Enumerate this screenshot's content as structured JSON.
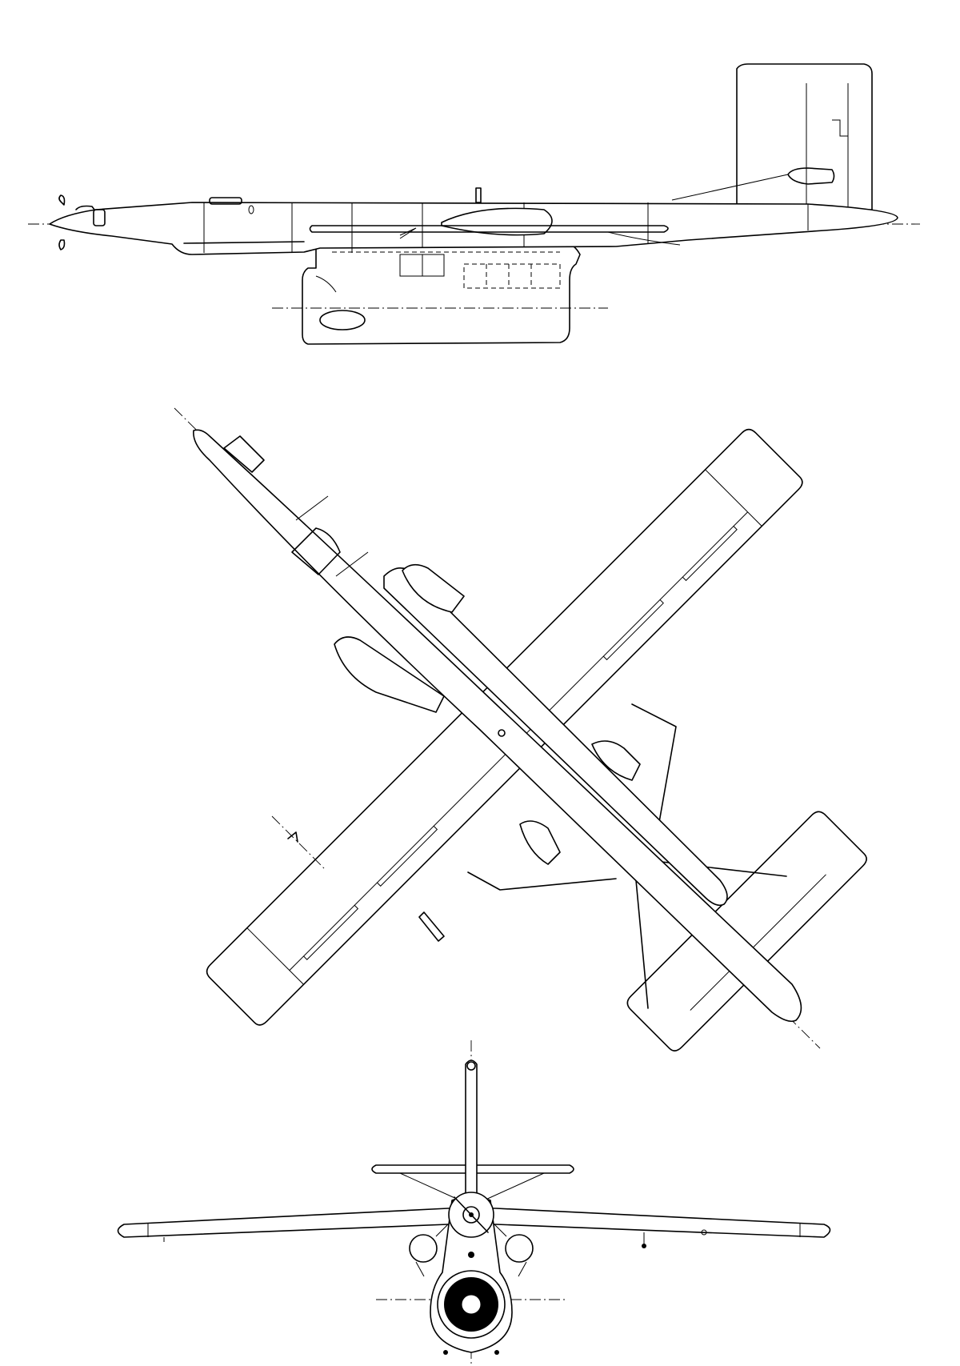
{
  "drawing": {
    "views": [
      "side-view",
      "plan-view",
      "front-view"
    ],
    "colors": {
      "line": "#000000",
      "background": "#ffffff"
    }
  }
}
